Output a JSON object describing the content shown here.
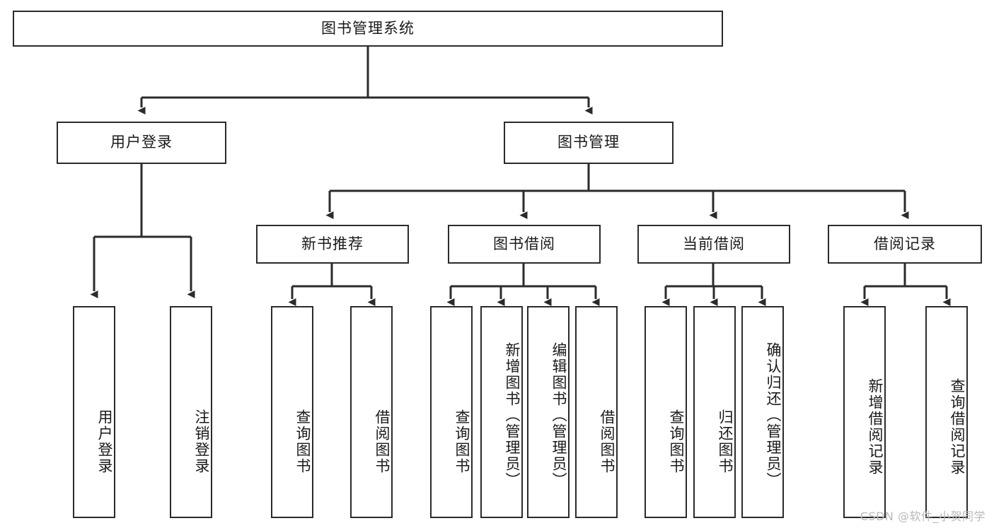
{
  "diagram": {
    "type": "tree",
    "title": "图书管理系统",
    "watermark": "CSDN @软件_小贺同学",
    "colors": {
      "stroke": "#2b2b2b",
      "box_fill": "#ffffff",
      "text": "#1a1a1a",
      "watermark": "#b9b9b9",
      "background": "#ffffff"
    },
    "nodes": {
      "root": {
        "label": "图书管理系统",
        "orientation": "horizontal"
      },
      "l1": [
        {
          "id": "user-login",
          "label": "用户登录",
          "orientation": "horizontal"
        },
        {
          "id": "book-manage",
          "label": "图书管理",
          "orientation": "horizontal"
        }
      ],
      "l2": [
        {
          "id": "new-book-rec",
          "label": "新书推荐",
          "orientation": "horizontal"
        },
        {
          "id": "book-borrow",
          "label": "图书借阅",
          "orientation": "horizontal"
        },
        {
          "id": "current-borrow",
          "label": "当前借阅",
          "orientation": "horizontal"
        },
        {
          "id": "borrow-record",
          "label": "借阅记录",
          "orientation": "horizontal"
        }
      ],
      "leaves": [
        {
          "id": "leaf-user-login",
          "label": "用户登录",
          "parent": "user-login"
        },
        {
          "id": "leaf-logout",
          "label": "注销登录",
          "parent": "user-login"
        },
        {
          "id": "leaf-query-book-1",
          "label": "查询图书",
          "parent": "new-book-rec"
        },
        {
          "id": "leaf-borrow-book-1",
          "label": "借阅图书",
          "parent": "new-book-rec"
        },
        {
          "id": "leaf-query-book-2",
          "label": "查询图书",
          "parent": "book-borrow"
        },
        {
          "id": "leaf-add-book",
          "label": "新增图书（管理员）",
          "parent": "book-borrow"
        },
        {
          "id": "leaf-edit-book",
          "label": "编辑图书（管理员）",
          "parent": "book-borrow"
        },
        {
          "id": "leaf-borrow-book-2",
          "label": "借阅图书",
          "parent": "book-borrow"
        },
        {
          "id": "leaf-query-book-3",
          "label": "查询图书",
          "parent": "current-borrow"
        },
        {
          "id": "leaf-return-book",
          "label": "归还图书",
          "parent": "current-borrow"
        },
        {
          "id": "leaf-confirm-return",
          "label": "确认归还（管理员）",
          "parent": "current-borrow"
        },
        {
          "id": "leaf-add-record",
          "label": "新增借阅记录",
          "parent": "borrow-record"
        },
        {
          "id": "leaf-query-record",
          "label": "查询借阅记录",
          "parent": "borrow-record"
        }
      ]
    }
  }
}
